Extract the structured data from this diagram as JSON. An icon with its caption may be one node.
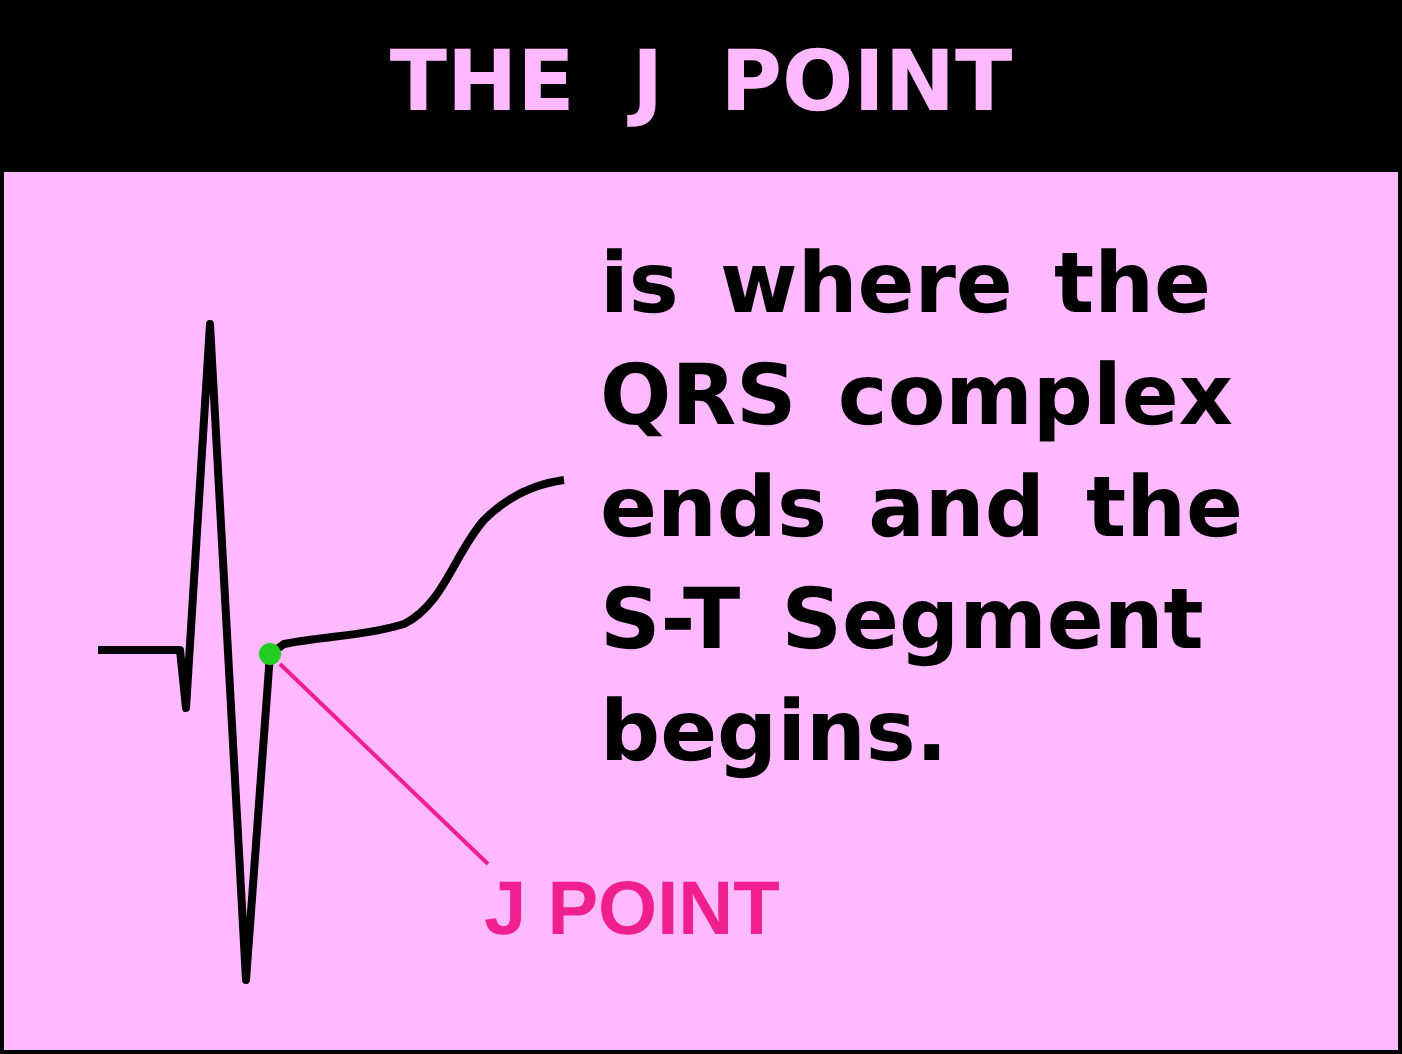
{
  "diagram": {
    "title": "THE J POINT",
    "nodes": [
      {
        "text": [
          "J POINT"
        ]
      },
      {
        "text": [],
        "shape": "circle"
      }
    ],
    "edges": [
      {
        "from": 0,
        "to": 1,
        "arrow": "none"
      }
    ],
    "labels": [
      "is where the QRS complex ends and the S-T Segment begins."
    ]
  }
}
